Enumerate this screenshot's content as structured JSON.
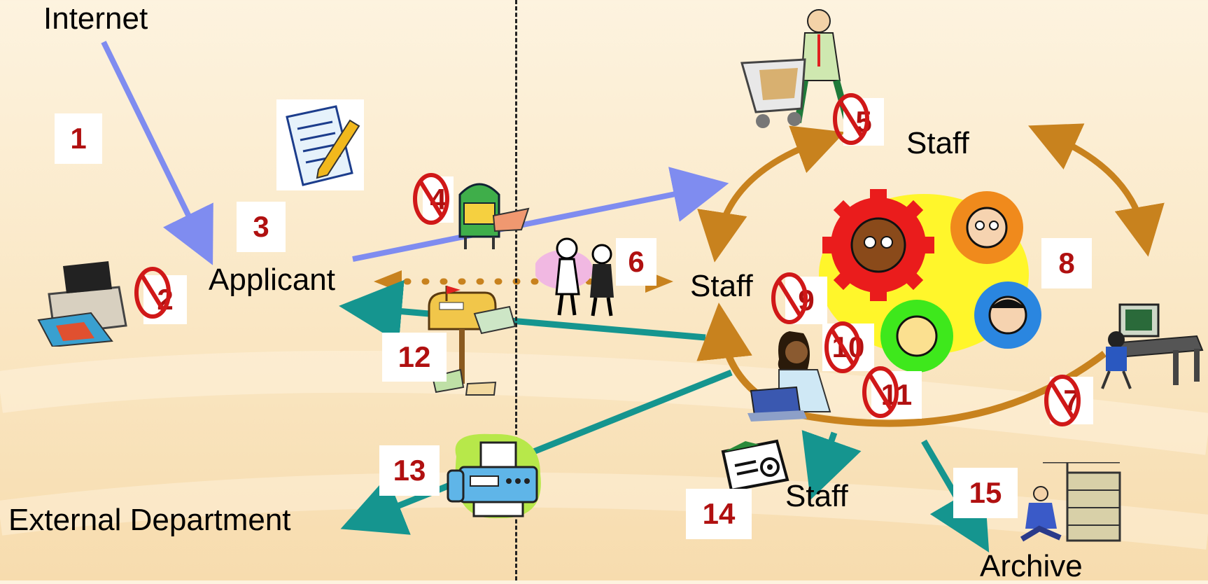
{
  "labels": {
    "internet": "Internet",
    "applicant": "Applicant",
    "external_department": "External Department",
    "staff_top": "Staff",
    "staff_mid": "Staff",
    "staff_bottom": "Staff",
    "archive": "Archive"
  },
  "steps": [
    "1",
    "2",
    "3",
    "4",
    "5",
    "6",
    "7",
    "8",
    "9",
    "10",
    "11",
    "12",
    "13",
    "14",
    "15"
  ],
  "colors": {
    "blue_arrow": "#7f8cf0",
    "teal_arrow": "#15958f",
    "orange_arrow": "#c8821e",
    "step_number": "#b01010",
    "prohibition": "#d01818"
  }
}
